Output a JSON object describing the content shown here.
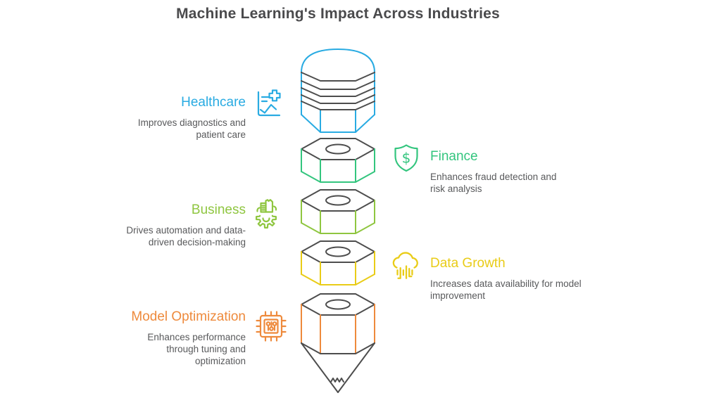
{
  "title": "Machine Learning's Impact Across Industries",
  "colors": {
    "healthcare": "#29ABE2",
    "finance": "#33C57E",
    "business": "#8FC640",
    "data_growth": "#E9CC17",
    "model_optimization": "#EE8A3C",
    "outline": "#4D4D4D",
    "body_text": "#58595B",
    "title_text": "#4A4A4C"
  },
  "sections": [
    {
      "name": "healthcare",
      "label": "Healthcare",
      "description": "Improves diagnostics and patient care",
      "icon": "medical-report-chart-icon",
      "color": "#29ABE2",
      "side": "left"
    },
    {
      "name": "finance",
      "label": "Finance",
      "description": "Enhances fraud detection and risk analysis",
      "icon": "shield-dollar-icon",
      "glyph": "$",
      "color": "#33C57E",
      "side": "right"
    },
    {
      "name": "business",
      "label": "Business",
      "description": "Drives automation and data-driven decision-making",
      "icon": "gear-document-icon",
      "color": "#8FC640",
      "side": "left"
    },
    {
      "name": "data_growth",
      "label": "Data Growth",
      "description": "Increases data availability for model improvement",
      "icon": "cloud-data-icon",
      "color": "#E9CC17",
      "side": "right"
    },
    {
      "name": "model_optimization",
      "label": "Model Optimization",
      "description": "Enhances performance through tuning and optimization",
      "icon": "chip-icon",
      "color": "#EE8A3C",
      "side": "left"
    }
  ],
  "pencil": {
    "segment_order_top_to_bottom": [
      "healthcare",
      "finance",
      "business",
      "data_growth",
      "model_optimization"
    ],
    "outline_color": "#4D4D4D"
  }
}
